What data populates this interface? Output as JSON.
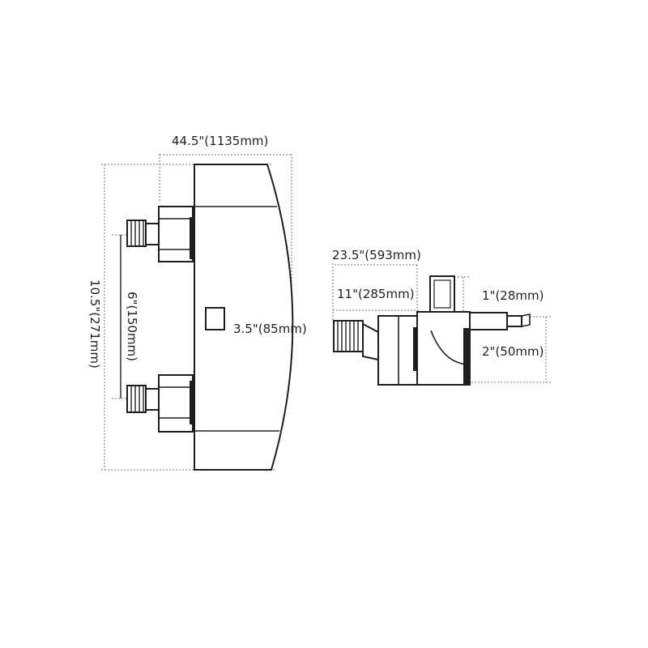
{
  "front_view": {
    "width_label": "44.5\"(1135mm)",
    "height_label": "10.5\"(271mm)",
    "inlet_spacing_label": "6\"(150mm)",
    "knob_depth_label": "3.5\"(85mm)"
  },
  "side_view": {
    "total_depth_label": "23.5\"(593mm)",
    "inlet_depth_label": "11\"(285mm)",
    "button_height_label": "1\"(28mm)",
    "outlet_height_label": "2\"(50mm)"
  },
  "colors": {
    "line": "#1e1e1e",
    "dimension_line": "#777777",
    "background": "#ffffff"
  }
}
